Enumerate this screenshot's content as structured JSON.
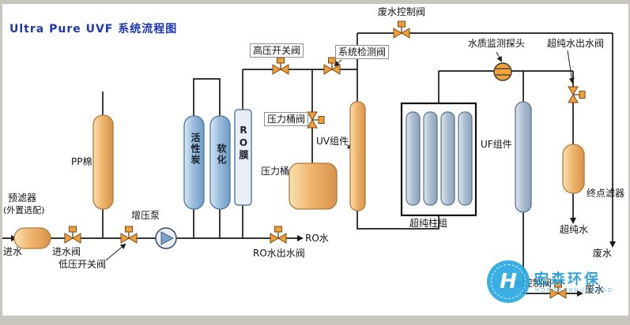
{
  "title": "Ultra Pure UVF 系统流程图",
  "labels": {
    "pre_filter": "预滤器",
    "pre_filter_note": "(外置选配)",
    "inlet_water": "进水",
    "inlet_valve": "进水阀",
    "pp_cotton": "PP棉",
    "low_pressure_valve": "低压开关阀",
    "booster_pump": "增压泵",
    "activated_carbon": "活性炭",
    "softening": "软化",
    "ro_membrane": "RO膜",
    "high_pressure_valve": "高压开关阀",
    "system_check_valve": "系统检测阀",
    "waste_valve_top": "废水控制阀",
    "pressure_tank_valve": "压力桶阀",
    "pressure_tank": "压力桶",
    "uv_module": "UV组件",
    "ro_outlet_valve": "RO水出水阀",
    "ro_water": "RO水",
    "ultrapure_columns": "超纯柱组",
    "uf_module": "UF组件",
    "quality_probe": "水质监测探头",
    "ultrapure_outlet_valve": "超纯水出水阀",
    "final_filter": "终点滤器",
    "ultrapure_water": "超纯水",
    "waste_valve_bottom": "废水控制阀",
    "waste_water_bottom": "废水",
    "waste_water_right": "废水"
  },
  "watermark": {
    "monogram": "H",
    "name": "宏森环保",
    "subtitle": "HONGSENHUANBAO"
  },
  "colors": {
    "title_blue": "#1d36b5",
    "tank_tan": "#eeb36b",
    "tank_blue": "#8fb4d4",
    "valve_orange": "#ef9f3a",
    "line_black": "#1a1a1a",
    "watermark_blue": "#2aa9e1",
    "frame_gray": "#c9c5bf"
  }
}
